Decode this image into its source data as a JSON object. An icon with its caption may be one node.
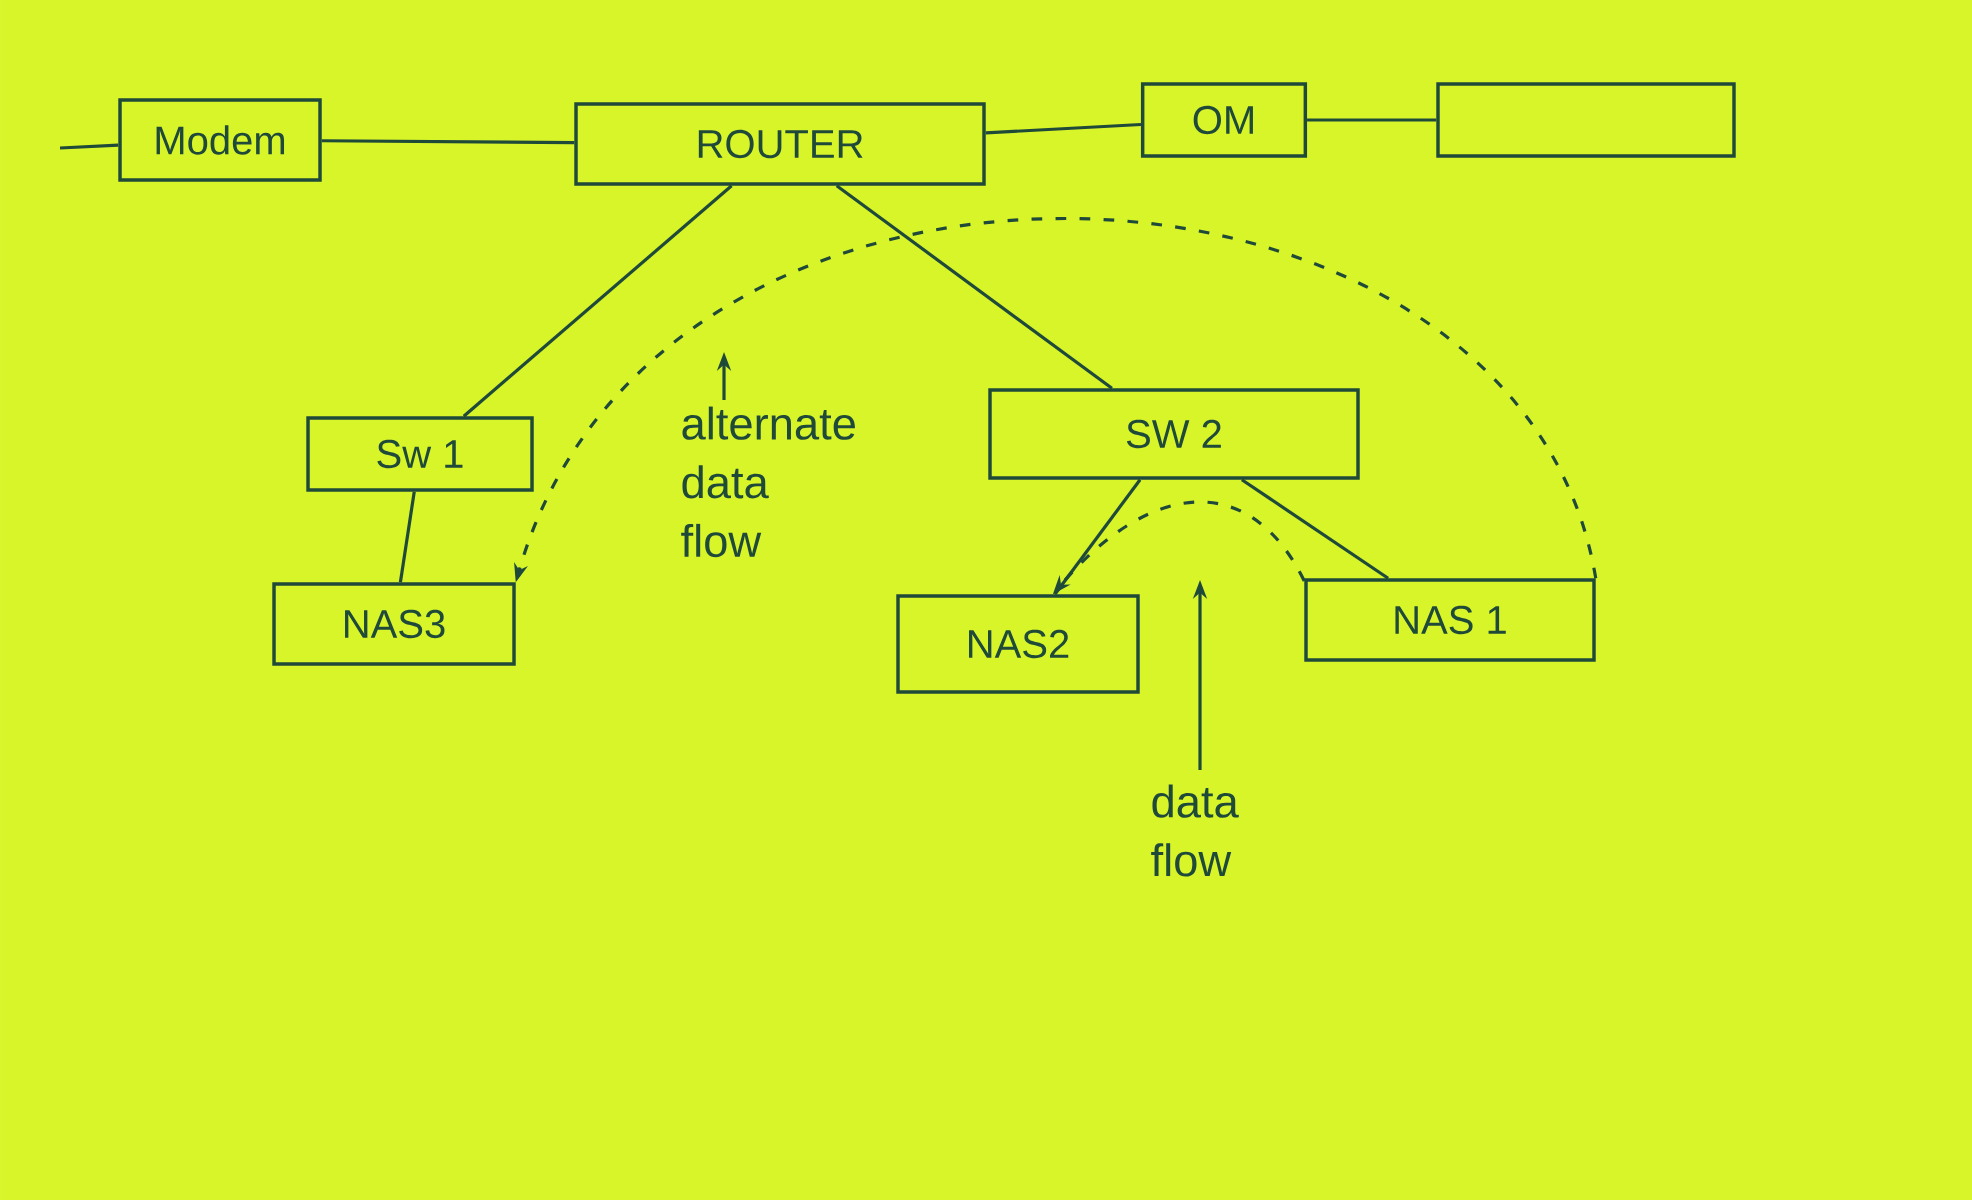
{
  "diagram": {
    "nodes": [
      {
        "text": [
          "Modem"
        ]
      },
      {
        "text": [
          "ROUTER"
        ]
      },
      {
        "text": [
          "OM"
        ]
      },
      {
        "text": [],
        "shape": "box"
      },
      {
        "text": [
          "Sw 1"
        ]
      },
      {
        "text": [
          "SW 2"
        ]
      },
      {
        "text": [
          "NAS3"
        ]
      },
      {
        "text": [
          "NAS2"
        ]
      },
      {
        "text": [
          "NAS 1"
        ]
      }
    ],
    "edges": [
      {
        "from": null,
        "to": 0,
        "arrow": "none"
      },
      {
        "from": 0,
        "to": 1,
        "arrow": "none"
      },
      {
        "from": 1,
        "to": 2,
        "arrow": "none"
      },
      {
        "from": 2,
        "to": 3,
        "arrow": "none"
      },
      {
        "from": 1,
        "to": 4,
        "arrow": "none"
      },
      {
        "from": 1,
        "to": 5,
        "arrow": "none"
      },
      {
        "from": 4,
        "to": 6,
        "arrow": "none"
      },
      {
        "from": 5,
        "to": 7,
        "arrow": "none"
      },
      {
        "from": 5,
        "to": 8,
        "arrow": "none"
      },
      {
        "from": 8,
        "to": 6,
        "arrow": "to",
        "style": "dashed"
      },
      {
        "from": 8,
        "to": 7,
        "arrow": "to",
        "style": "dashed"
      }
    ],
    "labels": [
      "alternate data flow",
      "data flow"
    ]
  }
}
